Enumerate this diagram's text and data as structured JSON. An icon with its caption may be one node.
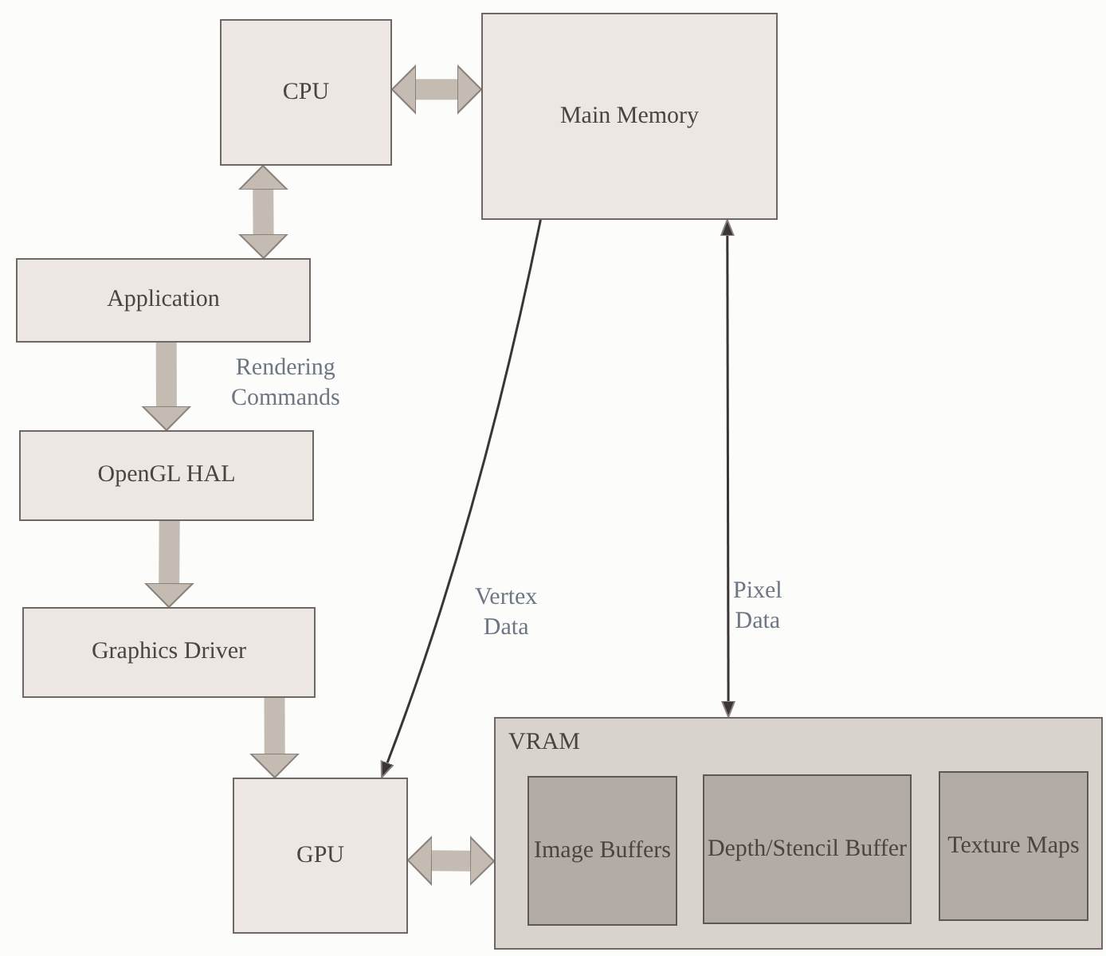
{
  "diagram": {
    "nodes": [
      {
        "text": [
          "CPU"
        ]
      },
      {
        "text": [
          "Main Memory"
        ]
      },
      {
        "text": [
          "Application"
        ]
      },
      {
        "text": [
          "OpenGL HAL"
        ]
      },
      {
        "text": [
          "Graphics Driver"
        ]
      },
      {
        "text": [
          "GPU"
        ]
      },
      {
        "text": [
          "VRAM"
        ]
      },
      {
        "text": [
          "Image Buffers"
        ],
        "in": 6
      },
      {
        "text": [
          "Depth/Stencil Buffer"
        ],
        "in": 6
      },
      {
        "text": [
          "Texture Maps"
        ],
        "in": 6
      }
    ],
    "edges": [
      {
        "from": 0,
        "to": 1,
        "arrow": "both"
      },
      {
        "from": 0,
        "to": 2,
        "arrow": "both"
      },
      {
        "from": 2,
        "to": 3,
        "arrow": "to",
        "label": "Rendering Commands"
      },
      {
        "from": 3,
        "to": 4,
        "arrow": "to"
      },
      {
        "from": 4,
        "to": 5,
        "arrow": "to"
      },
      {
        "from": 1,
        "to": 5,
        "arrow": "to",
        "label": "Vertex Data",
        "color": "#3a3633"
      },
      {
        "from": 1,
        "to": 6,
        "arrow": "both",
        "label": "Pixel Data",
        "color": "#3a3633"
      },
      {
        "from": 5,
        "to": 6,
        "arrow": "both"
      }
    ]
  }
}
